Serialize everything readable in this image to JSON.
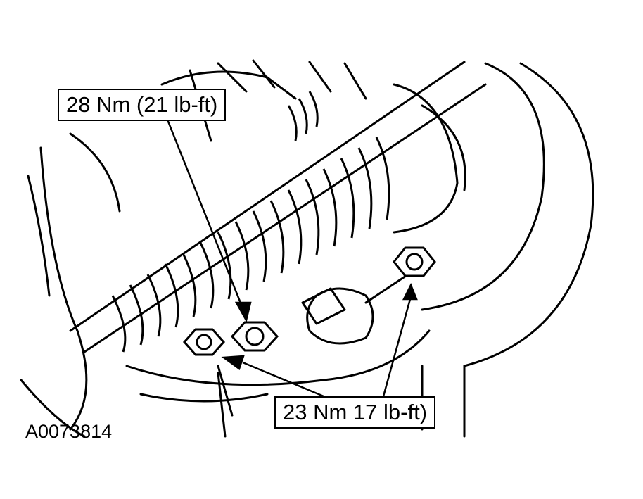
{
  "callouts": {
    "top_torque": "28 Nm (21 lb-ft)",
    "bottom_torque": "23 Nm 17 lb-ft)"
  },
  "figure": {
    "id": "A0073814"
  },
  "colors": {
    "ink": "#000000",
    "paper": "#ffffff"
  }
}
